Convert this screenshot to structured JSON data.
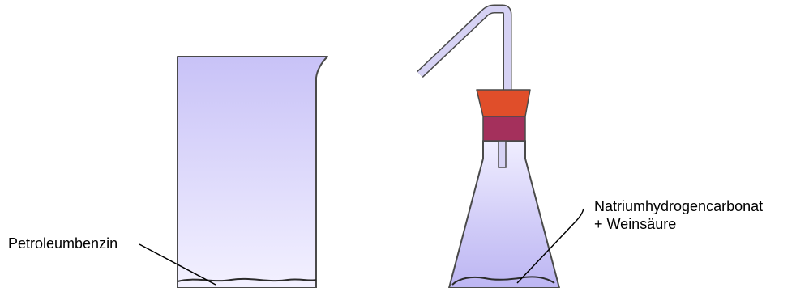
{
  "labels": {
    "beaker_liquid": "Petroleumbenzin",
    "flask_line1": "Natriumhydrogencarbonat",
    "flask_line2": "+ Weinsäure"
  },
  "colors": {
    "glass_top": "#c8c2f7",
    "glass_bottom": "#f3f1ff",
    "outline": "#4a4a4a",
    "stopper_upper": "#e04e2a",
    "stopper_lower": "#a4305c",
    "tube_fill": "#d6d2f4"
  },
  "icons": {
    "beaker": "beaker-icon",
    "flask": "erlenmeyer-flask-icon",
    "stopper": "rubber-stopper-icon",
    "tube": "bent-glass-tube-icon"
  }
}
